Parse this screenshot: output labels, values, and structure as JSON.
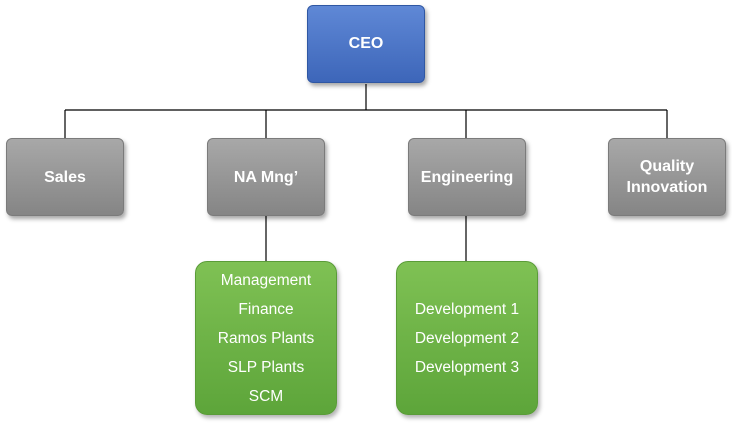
{
  "org_chart": {
    "root": {
      "label": "CEO"
    },
    "departments": [
      {
        "label": "Sales"
      },
      {
        "label": "NA Mng’"
      },
      {
        "label": "Engineering"
      },
      {
        "label": "Quality Innovation"
      }
    ],
    "sub_units": {
      "na_mng": [
        "Management",
        "Finance",
        "Ramos Plants",
        "SLP Plants",
        "SCM"
      ],
      "engineering": [
        "Development 1",
        "Development 2",
        "Development 3"
      ]
    }
  },
  "colors": {
    "root_box": "#4a73c4",
    "department_box": "#959595",
    "sub_unit_box": "#6db447",
    "connector": "#000000"
  }
}
